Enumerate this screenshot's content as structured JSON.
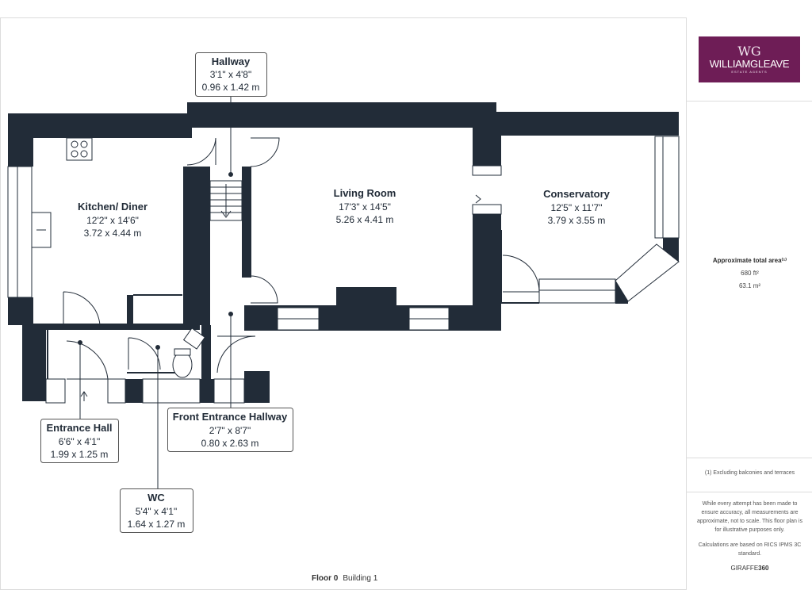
{
  "rooms": {
    "hallway": {
      "name": "Hallway",
      "imperial": "3'1\" x 4'8\"",
      "metric": "0.96 x 1.42 m"
    },
    "kitchen": {
      "name": "Kitchen/ Diner",
      "imperial": "12'2\" x 14'6\"",
      "metric": "3.72 x 4.44 m"
    },
    "living": {
      "name": "Living Room",
      "imperial": "17'3\" x 14'5\"",
      "metric": "5.26 x 4.41 m"
    },
    "conservatory": {
      "name": "Conservatory",
      "imperial": "12'5\" x 11'7\"",
      "metric": "3.79 x 3.55 m"
    },
    "entrance_hall": {
      "name": "Entrance Hall",
      "imperial": "6'6\" x 4'1\"",
      "metric": "1.99 x 1.25 m"
    },
    "front_entrance": {
      "name": "Front Entrance Hallway",
      "imperial": "2'7\" x 8'7\"",
      "metric": "0.80 x 2.63 m"
    },
    "wc": {
      "name": "WC",
      "imperial": "5'4\" x 4'1\"",
      "metric": "1.64 x 1.27 m"
    }
  },
  "logo": {
    "mark": "WG",
    "name": "WILLIAMGLEAVE",
    "tagline": "ESTATE AGENTS"
  },
  "area": {
    "title": "Approximate total area⁽¹⁾",
    "sqft": "680 ft²",
    "sqm": "63.1 m²"
  },
  "footnote": "(1) Excluding balconies and terraces",
  "disclaimer": "While every attempt has been made to ensure accuracy, all measurements are approximate, not to scale. This floor plan is for illustrative purposes only.",
  "calculations": "Calculations are based on RICS IPMS 3C standard.",
  "brand": {
    "prefix": "GIRAFFE",
    "suffix": "360"
  },
  "floor": {
    "label": "Floor 0",
    "building": "Building 1"
  },
  "colors": {
    "wall": "#222c38",
    "logo_bg": "#6e1d56"
  }
}
